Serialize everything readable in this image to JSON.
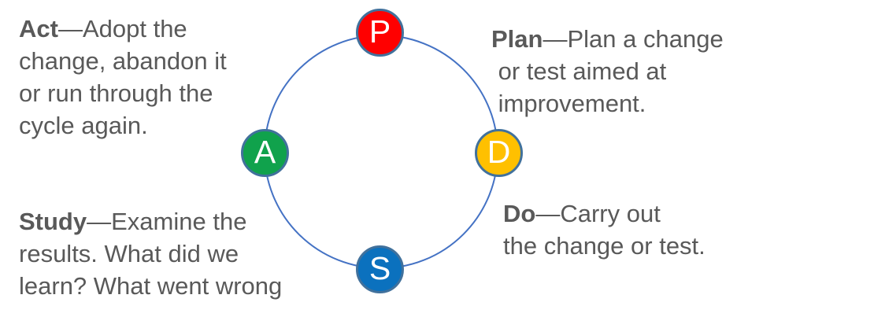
{
  "colors": {
    "background": "#FFFFFF",
    "caption_text": "#595959",
    "ring_stroke": "#4472C4",
    "node_border": "#41719C",
    "node_letter": "#FFFFFF",
    "plan_fill": "#FF0000",
    "do_fill": "#FFC000",
    "study_fill": "#0B71BE",
    "act_fill": "#10A24C"
  },
  "nodes": {
    "plan": {
      "letter": "P"
    },
    "do": {
      "letter": "D"
    },
    "study": {
      "letter": "S"
    },
    "act": {
      "letter": "A"
    }
  },
  "captions": {
    "act": {
      "term": "Act",
      "rest": "—Adopt the\nchange, abandon it\nor run through the\ncycle again."
    },
    "plan": {
      "term": "Plan",
      "rest": "—Plan a change\n or test aimed at\n improvement."
    },
    "study": {
      "term": "Study",
      "rest": "—Examine the\nresults. What did we\nlearn? What went wrong"
    },
    "do": {
      "term": "Do",
      "rest": "—Carry out\nthe change or test."
    }
  }
}
